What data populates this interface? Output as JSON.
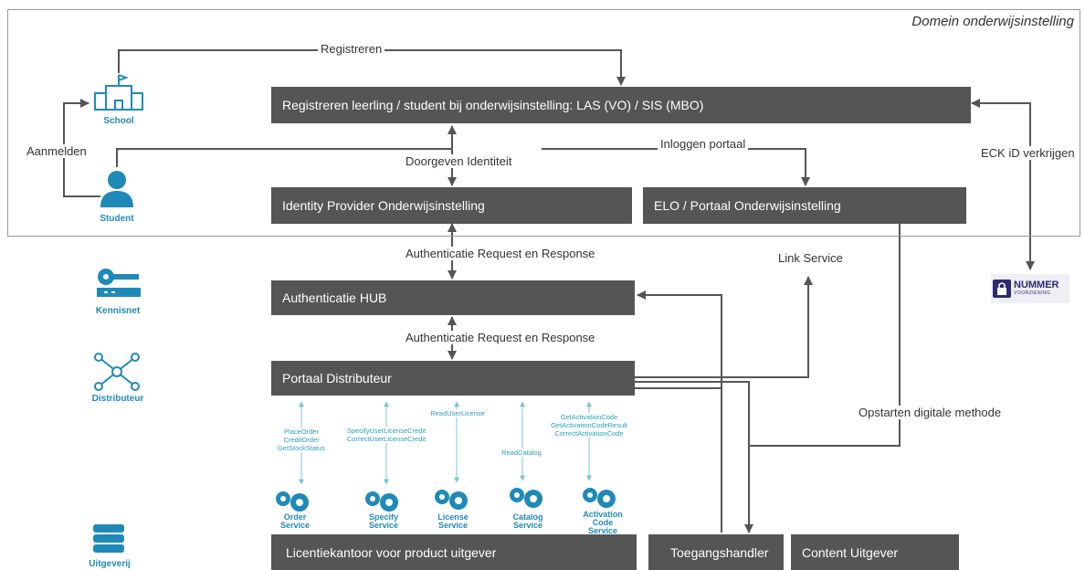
{
  "domain": {
    "title": "Domein onderwijsinstelling"
  },
  "actors": {
    "school": "School",
    "student": "Student",
    "kennisnet": "Kennisnet",
    "distributeur": "Distributeur",
    "uitgeverij": "Uitgeverij"
  },
  "logo": {
    "title": "NUMMER",
    "subtitle": "VOORZIENING"
  },
  "boxes": {
    "registreren": "Registreren leerling / student bij onderwijsinstelling: LAS (VO) / SIS (MBO)",
    "idp": "Identity Provider Onderwijsinstelling",
    "elo": "ELO / Portaal Onderwijsinstelling",
    "hub": "Authenticatie HUB",
    "portaal": "Portaal Distributeur",
    "licentie": "Licentiekantoor voor product uitgever",
    "toegang": "Toegangshandler",
    "content": "Content Uitgever"
  },
  "labels": {
    "registreren": "Registreren",
    "aanmelden": "Aanmelden",
    "doorgeven": "Doorgeven  Identiteit",
    "inloggen": "Inloggen portaal",
    "eck": "ECK iD verkrijgen",
    "auth1": "Authenticatie Request en Response",
    "auth2": "Authenticatie Request en Response",
    "link": "Link Service",
    "opstarten": "Opstarten digitale methode"
  },
  "apis": {
    "order": [
      "PlaceOrder",
      "CreditOrder",
      "GetStockStatus"
    ],
    "specify": [
      "SpecifyUserLicenseCredit",
      "CorrectUserLicenseCredit"
    ],
    "license": [
      "ReadUserLicense"
    ],
    "catalog": [
      "ReadCatalog"
    ],
    "activation": [
      "GetActivationCode",
      "GetActivationCodeResult",
      "CorrectActivationCode"
    ]
  },
  "services": {
    "order": [
      "Order",
      "Service"
    ],
    "specify": [
      "Specify",
      "Service"
    ],
    "license": [
      "License",
      "Service"
    ],
    "catalog": [
      "Catalog",
      "Service"
    ],
    "activation": [
      "Activation",
      "Code",
      "Service"
    ]
  },
  "colors": {
    "bar": "#555555",
    "accent": "#1f8ab8",
    "api": "#2aa0b8",
    "logo": "#2c2c6e"
  }
}
